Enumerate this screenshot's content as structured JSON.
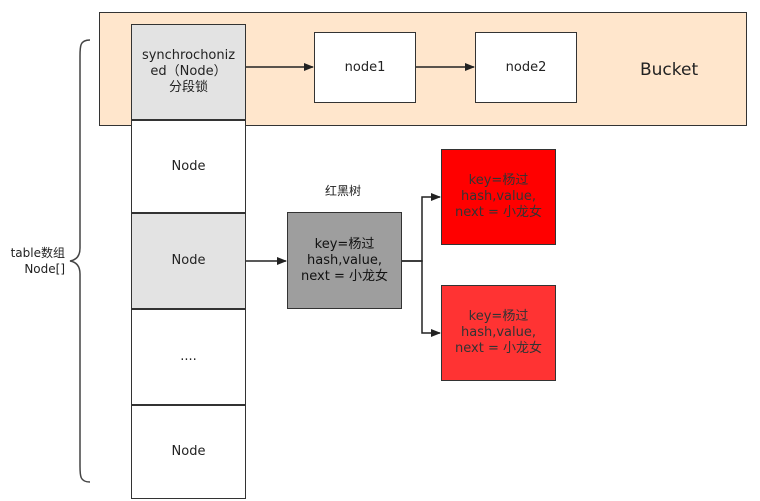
{
  "bucket": {
    "label": "Bucket",
    "sync_node": "synchrochonized（Node）\n分段锁",
    "node1": "node1",
    "node2": "node2"
  },
  "table": {
    "label": "table数组\nNode[]",
    "cells": [
      "Node",
      "Node",
      "....",
      "Node"
    ]
  },
  "tree": {
    "title": "红黑树",
    "root": "key=杨过\nhash,value,\nnext = 小龙女",
    "child_top": "key=杨过\nhash,value,\nnext = 小龙女",
    "child_bottom": "key=杨过\nhash,value,\nnext = 小龙女"
  },
  "colors": {
    "bucket_fill": "#ffe6cc",
    "grey_cell": "#e3e3e3",
    "root_fill": "#9e9e9e",
    "child_top_fill": "#ff0000",
    "child_bottom_fill": "#ff3333"
  }
}
